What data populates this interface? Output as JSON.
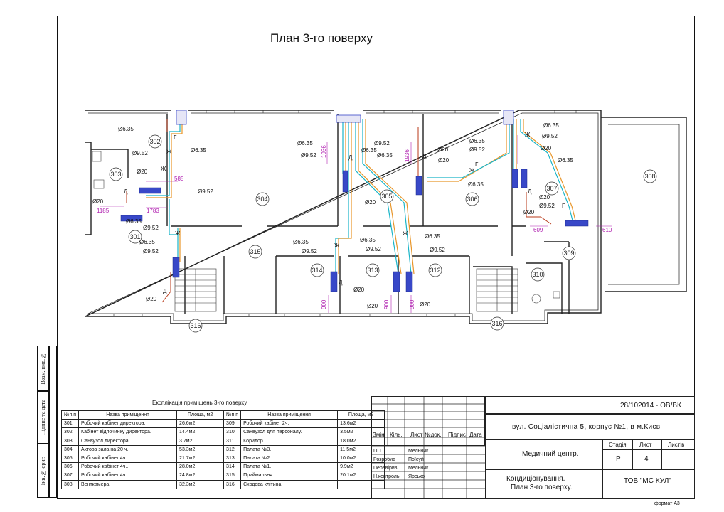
{
  "sheet": {
    "title": "План 3-го поверху",
    "format": "формат А3"
  },
  "side_stamp": [
    "Взам. инв.№",
    "Підпис та дата",
    "Інв.№ ориг."
  ],
  "rooms": [
    "301",
    "302",
    "303",
    "304",
    "305",
    "306",
    "307",
    "308",
    "309",
    "310",
    "312",
    "313",
    "314",
    "315",
    "316",
    "316"
  ],
  "pipe_labels": {
    "d635": "Ø6.35",
    "d952": "Ø9.52",
    "d20": "Ø20"
  },
  "dimensions": [
    "1185",
    "1783",
    "585",
    "1936",
    "1936",
    "609",
    "610",
    "900",
    "900",
    "900"
  ],
  "markers": {
    "drain": "Д",
    "gas": "Г",
    "liquid": "Ж"
  },
  "explication": {
    "title": "Експлікація приміщень 3-го поверху",
    "headers": [
      "№п.п",
      "Назва приміщення",
      "Площа, м2",
      "№п.п",
      "Назва приміщення",
      "Площа, м2"
    ],
    "rows": [
      [
        "301",
        "Робочий кабінет директора.",
        "26.6м2",
        "309",
        "Робочий кабінет 2ч.",
        "13.6м2"
      ],
      [
        "302",
        "Кабінет відпочинку директора.",
        "14.4м2",
        "310",
        "Санвузол для персоналу.",
        "3.5м2"
      ],
      [
        "303",
        "Санвузол директора.",
        "3.7м2",
        "311",
        "Коридор.",
        "18.0м2"
      ],
      [
        "304",
        "Актова зала на 20 ч..",
        "53.3м2",
        "312",
        "Палата №3.",
        "11.5м2"
      ],
      [
        "305",
        "Робочий кабінет 4ч..",
        "21.7м2",
        "313",
        "Палата №2.",
        "10.0м2"
      ],
      [
        "306",
        "Робочий кабінет 4ч..",
        "28.0м2",
        "314",
        "Палата №1.",
        "9.9м2"
      ],
      [
        "307",
        "Робочий кабінет 4ч..",
        "24.8м2",
        "315",
        "Приймальня.",
        "20.1м2"
      ],
      [
        "308",
        "Венткамера.",
        "32.3м2",
        "316",
        "Сходова клітина.",
        ""
      ]
    ]
  },
  "title_block": {
    "doc_code": "28/102014 - ОВ/ВК",
    "address": "вул. Соціалістична 5, корпус №1, в м.Києві",
    "object": "Медичний центр.",
    "col_headers": [
      "Змін.",
      "Кіль.",
      "Лист",
      "№док.",
      "Підпис",
      "Дата"
    ],
    "stage_label": "Стадія",
    "sheet_label": "Лист",
    "sheets_label": "Листів",
    "stage": "Р",
    "sheet": "4",
    "roles": [
      {
        "role": "ГІП",
        "name": "Мельник"
      },
      {
        "role": "Розробив",
        "name": "Поїсуй"
      },
      {
        "role": "Перевірив",
        "name": "Мельник"
      },
      {
        "role": "Н.контроль",
        "name": "Ярсько"
      }
    ],
    "drawing_title_1": "Кондиціонування.",
    "drawing_title_2": "План 3-го поверху.",
    "company": "ТОВ \"МС КУЛ\""
  },
  "colors": {
    "wall": "#222222",
    "pipe_cyan": "#19b5c8",
    "pipe_orange": "#e8962a",
    "pipe_green": "#3c9a3c",
    "drain_red": "#b83a1a",
    "unit_blue": "#3848c8",
    "dim_magenta": "#b020b0"
  }
}
